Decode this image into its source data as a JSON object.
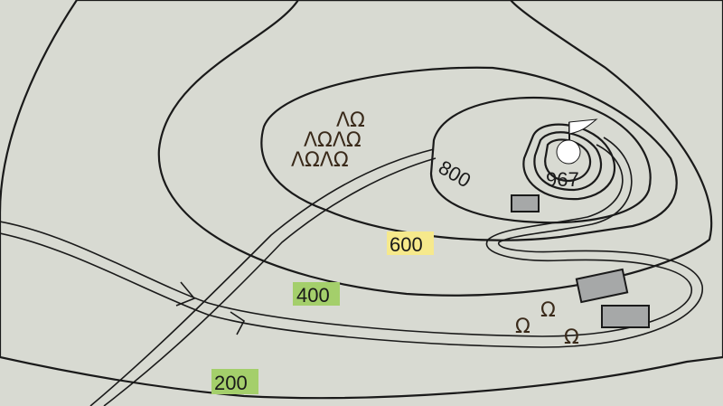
{
  "map": {
    "contour_labels": [
      "200",
      "400",
      "600",
      "800"
    ],
    "summit_elevation": "967",
    "rock_symbols": [
      "ΛΩ",
      "ΛΩΛΩ",
      "ΛΩΛΩ"
    ],
    "vegetation_symbols": [
      "Ω",
      "Ω",
      "Ω"
    ],
    "colors": {
      "background": "#d8dad2",
      "band_0_400": "#a4cf6b",
      "band_400_600": "#f6e98c",
      "band_600_800": "#f0ad58",
      "band_800_plus": "#ee6d14",
      "building": "#a6a8a8"
    }
  }
}
